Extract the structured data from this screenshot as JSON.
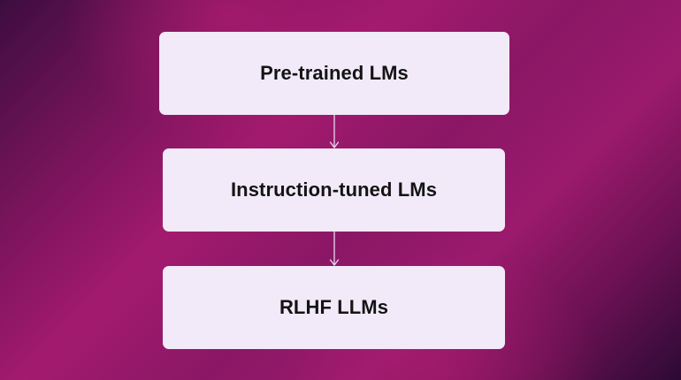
{
  "diagram": {
    "nodes": [
      {
        "label": "Pre-trained LMs"
      },
      {
        "label": "Instruction-tuned LMs"
      },
      {
        "label": "RLHF LLMs"
      }
    ],
    "edges": [
      {
        "from": "Pre-trained LMs",
        "to": "Instruction-tuned LMs"
      },
      {
        "from": "Instruction-tuned LMs",
        "to": "RLHF LLMs"
      }
    ]
  },
  "colors": {
    "box_fill": "#f2eaf9",
    "text": "#141414",
    "arrow": "#e8d8ee",
    "background_accent": "#a31a6f"
  }
}
